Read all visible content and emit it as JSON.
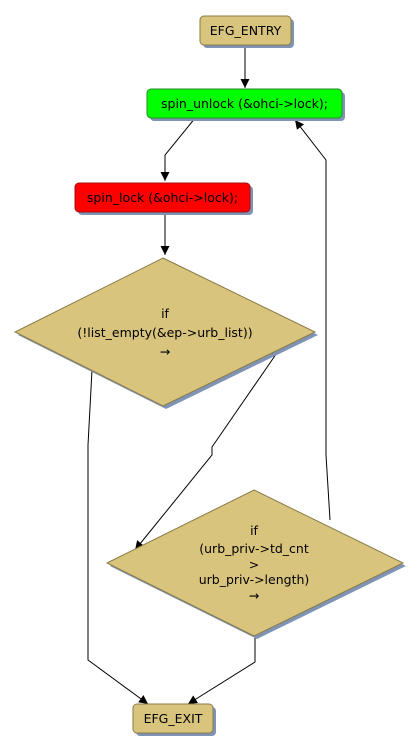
{
  "nodes": {
    "entry": {
      "label": "EFG_ENTRY",
      "color": "#d9c47e"
    },
    "unlock": {
      "label": "spin_unlock (&ohci->lock);",
      "color": "#00ff00"
    },
    "lock": {
      "label": "spin_lock (&ohci->lock);",
      "color": "#ff0000"
    },
    "cond1": {
      "lines": [
        "if",
        "(!list_empty(&ep->urb_list))",
        "→"
      ],
      "color": "#d9c47e"
    },
    "cond2": {
      "lines": [
        "if",
        "(urb_priv->td_cnt",
        ">",
        "urb_priv->length)",
        "→"
      ],
      "color": "#d9c47e"
    },
    "exit": {
      "label": "EFG_EXIT",
      "color": "#d9c47e"
    }
  },
  "colors": {
    "shadow": "#7f94b5",
    "edge": "#000000",
    "border": "#8a7a45"
  }
}
